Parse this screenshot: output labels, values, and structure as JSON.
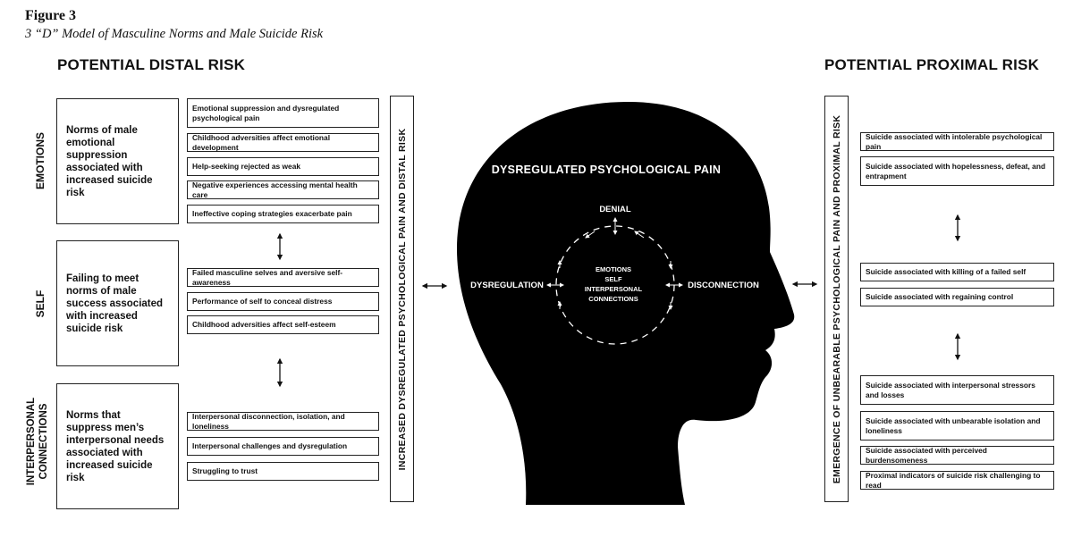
{
  "figure": {
    "label": "Figure 3",
    "caption": "3 “D” Model of Masculine Norms and Male Suicide Risk"
  },
  "headings": {
    "distal": "POTENTIAL DISTAL RISK",
    "proximal": "POTENTIAL PROXIMAL RISK"
  },
  "domains": {
    "emotions": "EMOTIONS",
    "self": "SELF",
    "interpersonal_line1": "INTERPERSONAL",
    "interpersonal_line2": "CONNECTIONS"
  },
  "norm_boxes": {
    "emotions": "Norms of male emotional suppression associated with increased suicide risk",
    "self": "Failing to meet norms of male success associated with increased suicide risk",
    "interpersonal": "Norms that suppress men’s interpersonal needs associated with increased suicide risk"
  },
  "distal_items": {
    "emotions": [
      "Emotional suppression and dysregulated psychological pain",
      "Childhood adversities affect emotional development",
      "Help-seeking rejected as weak",
      "Negative experiences accessing mental health care",
      "Ineffective coping strategies exacerbate pain"
    ],
    "self": [
      "Failed masculine selves and aversive self-awareness",
      "Performance of self to conceal distress",
      "Childhood adversities affect self-esteem"
    ],
    "interpersonal": [
      "Interpersonal disconnection, isolation, and loneliness",
      "Interpersonal challenges and dysregulation",
      "Struggling to trust"
    ]
  },
  "bars": {
    "distal": "INCREASED DYSREGULATED PSYCHOLOGICAL PAIN AND DISTAL RISK",
    "proximal": "EMERGENCE OF UNBEARABLE PSYCHOLOGICAL PAIN AND PROXIMAL RISK"
  },
  "head": {
    "title": "DYSREGULATED PSYCHOLOGICAL PAIN",
    "denial": "DENIAL",
    "dysregulation": "DYSREGULATION",
    "disconnection": "DISCONNECTION",
    "center_line1": "EMOTIONS",
    "center_line2": "SELF",
    "center_line3": "INTERPERSONAL",
    "center_line4": "CONNECTIONS"
  },
  "proximal_items": {
    "emotions": [
      "Suicide associated with intolerable psychological pain",
      "Suicide associated with hopelessness, defeat, and entrapment"
    ],
    "self": [
      "Suicide associated with killing of a failed self",
      "Suicide associated with regaining control"
    ],
    "interpersonal": [
      "Suicide associated with interpersonal stressors and losses",
      "Suicide associated with unbearable isolation and loneliness",
      "Suicide associated with perceived burdensomeness",
      "Proximal indicators of suicide risk challenging to read"
    ]
  }
}
